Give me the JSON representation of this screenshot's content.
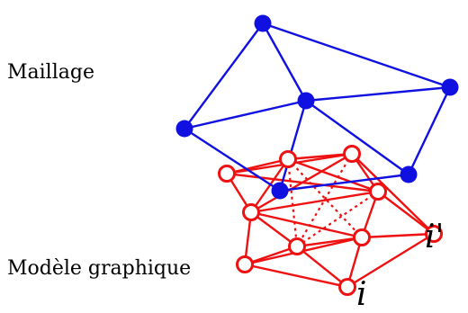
{
  "labels": {
    "mesh": "Maillage",
    "graphical_model": "Modèle graphique",
    "node_i": "i",
    "node_i_prime": "i'"
  },
  "colors": {
    "mesh": "#1010e0",
    "graph": "#ee1111",
    "graph_fill": "#ffffff"
  }
}
